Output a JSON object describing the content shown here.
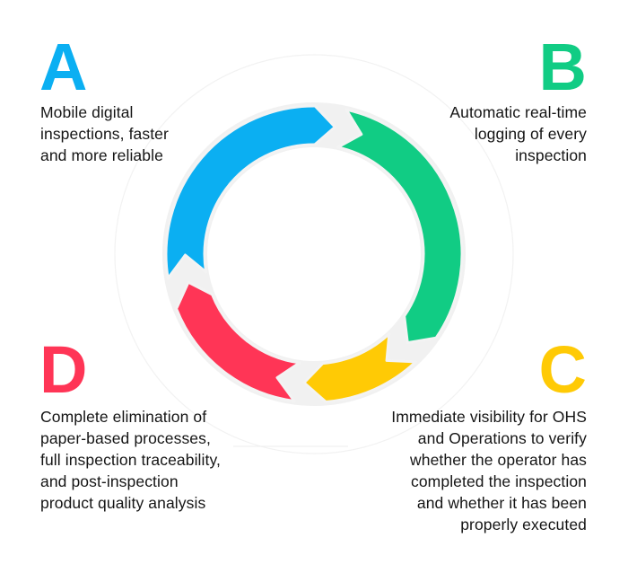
{
  "diagram": {
    "type": "cycle",
    "steps": [
      {
        "letter": "A",
        "color": "#0BAFF2",
        "lines": [
          "Mobile digital",
          "inspections, faster",
          "and more reliable"
        ]
      },
      {
        "letter": "B",
        "color": "#11CC84",
        "lines": [
          "Automatic real-time",
          "logging of every",
          "inspection"
        ]
      },
      {
        "letter": "C",
        "color": "#FFCA05",
        "lines": [
          "Immediate visibility for OHS",
          "and Operations to verify",
          "whether the operator has",
          "completed the inspection",
          "and whether it has been",
          "properly executed"
        ]
      },
      {
        "letter": "D",
        "color": "#FF3556",
        "lines": [
          "Complete elimination of",
          "paper-based processes,",
          "full inspection traceability,",
          "and post-inspection",
          "product quality analysis"
        ]
      }
    ],
    "flow": "A -> B -> C -> D -> A (clockwise)"
  }
}
